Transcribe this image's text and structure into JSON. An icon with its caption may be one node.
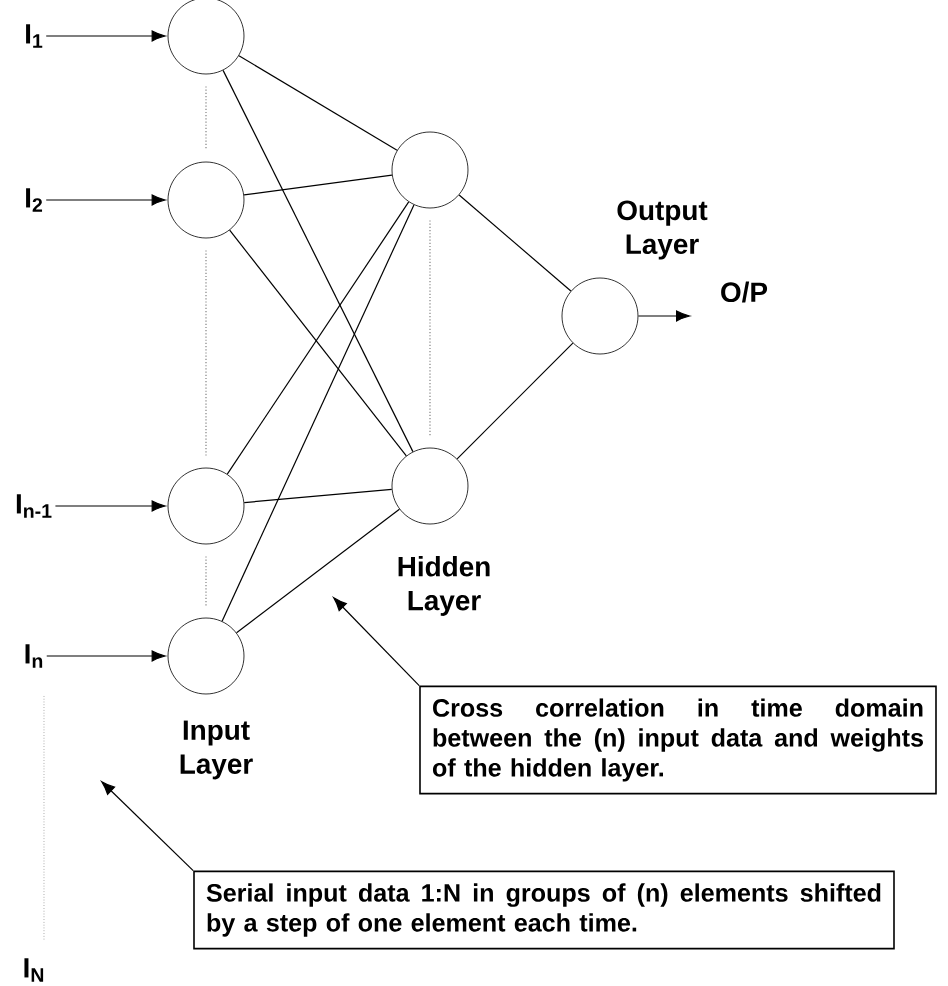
{
  "diagram": {
    "nodes": [
      {
        "text": [
          "I$_{1}$"
        ]
      },
      {
        "text": [
          "I$_{2}$"
        ]
      },
      {
        "text": [
          "I$_{n-1}$"
        ]
      },
      {
        "text": [
          "I$_{n}$"
        ]
      },
      {
        "text": [],
        "shape": "circle"
      },
      {
        "text": [],
        "shape": "circle"
      },
      {
        "text": [],
        "shape": "circle"
      },
      {
        "text": [],
        "shape": "circle"
      },
      {
        "text": [],
        "shape": "circle"
      },
      {
        "text": [],
        "shape": "circle"
      },
      {
        "text": [],
        "shape": "circle"
      },
      {
        "text": [
          "Cross correlation in time domain between the (n) input data and weights of the hidden layer."
        ]
      },
      {
        "text": [
          "Serial input data 1:N in groups of (n) elements shifted by a step of one element each time."
        ]
      }
    ],
    "edges": [
      {
        "from": 0,
        "to": 4,
        "arrow": "to"
      },
      {
        "from": 1,
        "to": 5,
        "arrow": "to"
      },
      {
        "from": 2,
        "to": 6,
        "arrow": "to"
      },
      {
        "from": 3,
        "to": 7,
        "arrow": "to"
      },
      {
        "from": 4,
        "to": 8,
        "arrow": "none"
      },
      {
        "from": 4,
        "to": 9,
        "arrow": "none"
      },
      {
        "from": 5,
        "to": 8,
        "arrow": "none"
      },
      {
        "from": 5,
        "to": 9,
        "arrow": "none"
      },
      {
        "from": 6,
        "to": 8,
        "arrow": "none"
      },
      {
        "from": 6,
        "to": 9,
        "arrow": "none"
      },
      {
        "from": 7,
        "to": 8,
        "arrow": "none"
      },
      {
        "from": 7,
        "to": 9,
        "arrow": "none"
      },
      {
        "from": 8,
        "to": 10,
        "arrow": "none"
      },
      {
        "from": 9,
        "to": 10,
        "arrow": "none"
      },
      {
        "from": 10,
        "to": null,
        "arrow": "to"
      },
      {
        "from": 4,
        "to": 5,
        "arrow": "none",
        "style": "dashed",
        "color": "#808080"
      },
      {
        "from": 5,
        "to": 6,
        "arrow": "none",
        "style": "dashed",
        "color": "#808080"
      },
      {
        "from": 6,
        "to": 7,
        "arrow": "none",
        "style": "dashed",
        "color": "#808080"
      },
      {
        "from": 8,
        "to": 9,
        "arrow": "none",
        "style": "dashed",
        "color": "#808080"
      },
      {
        "from": 11,
        "to": null,
        "arrow": "to"
      },
      {
        "from": 12,
        "to": null,
        "arrow": "to"
      }
    ],
    "labels": [
      "Output Layer",
      "O/P",
      "Hidden Layer",
      "Input Layer",
      "I$_{N}$"
    ]
  }
}
